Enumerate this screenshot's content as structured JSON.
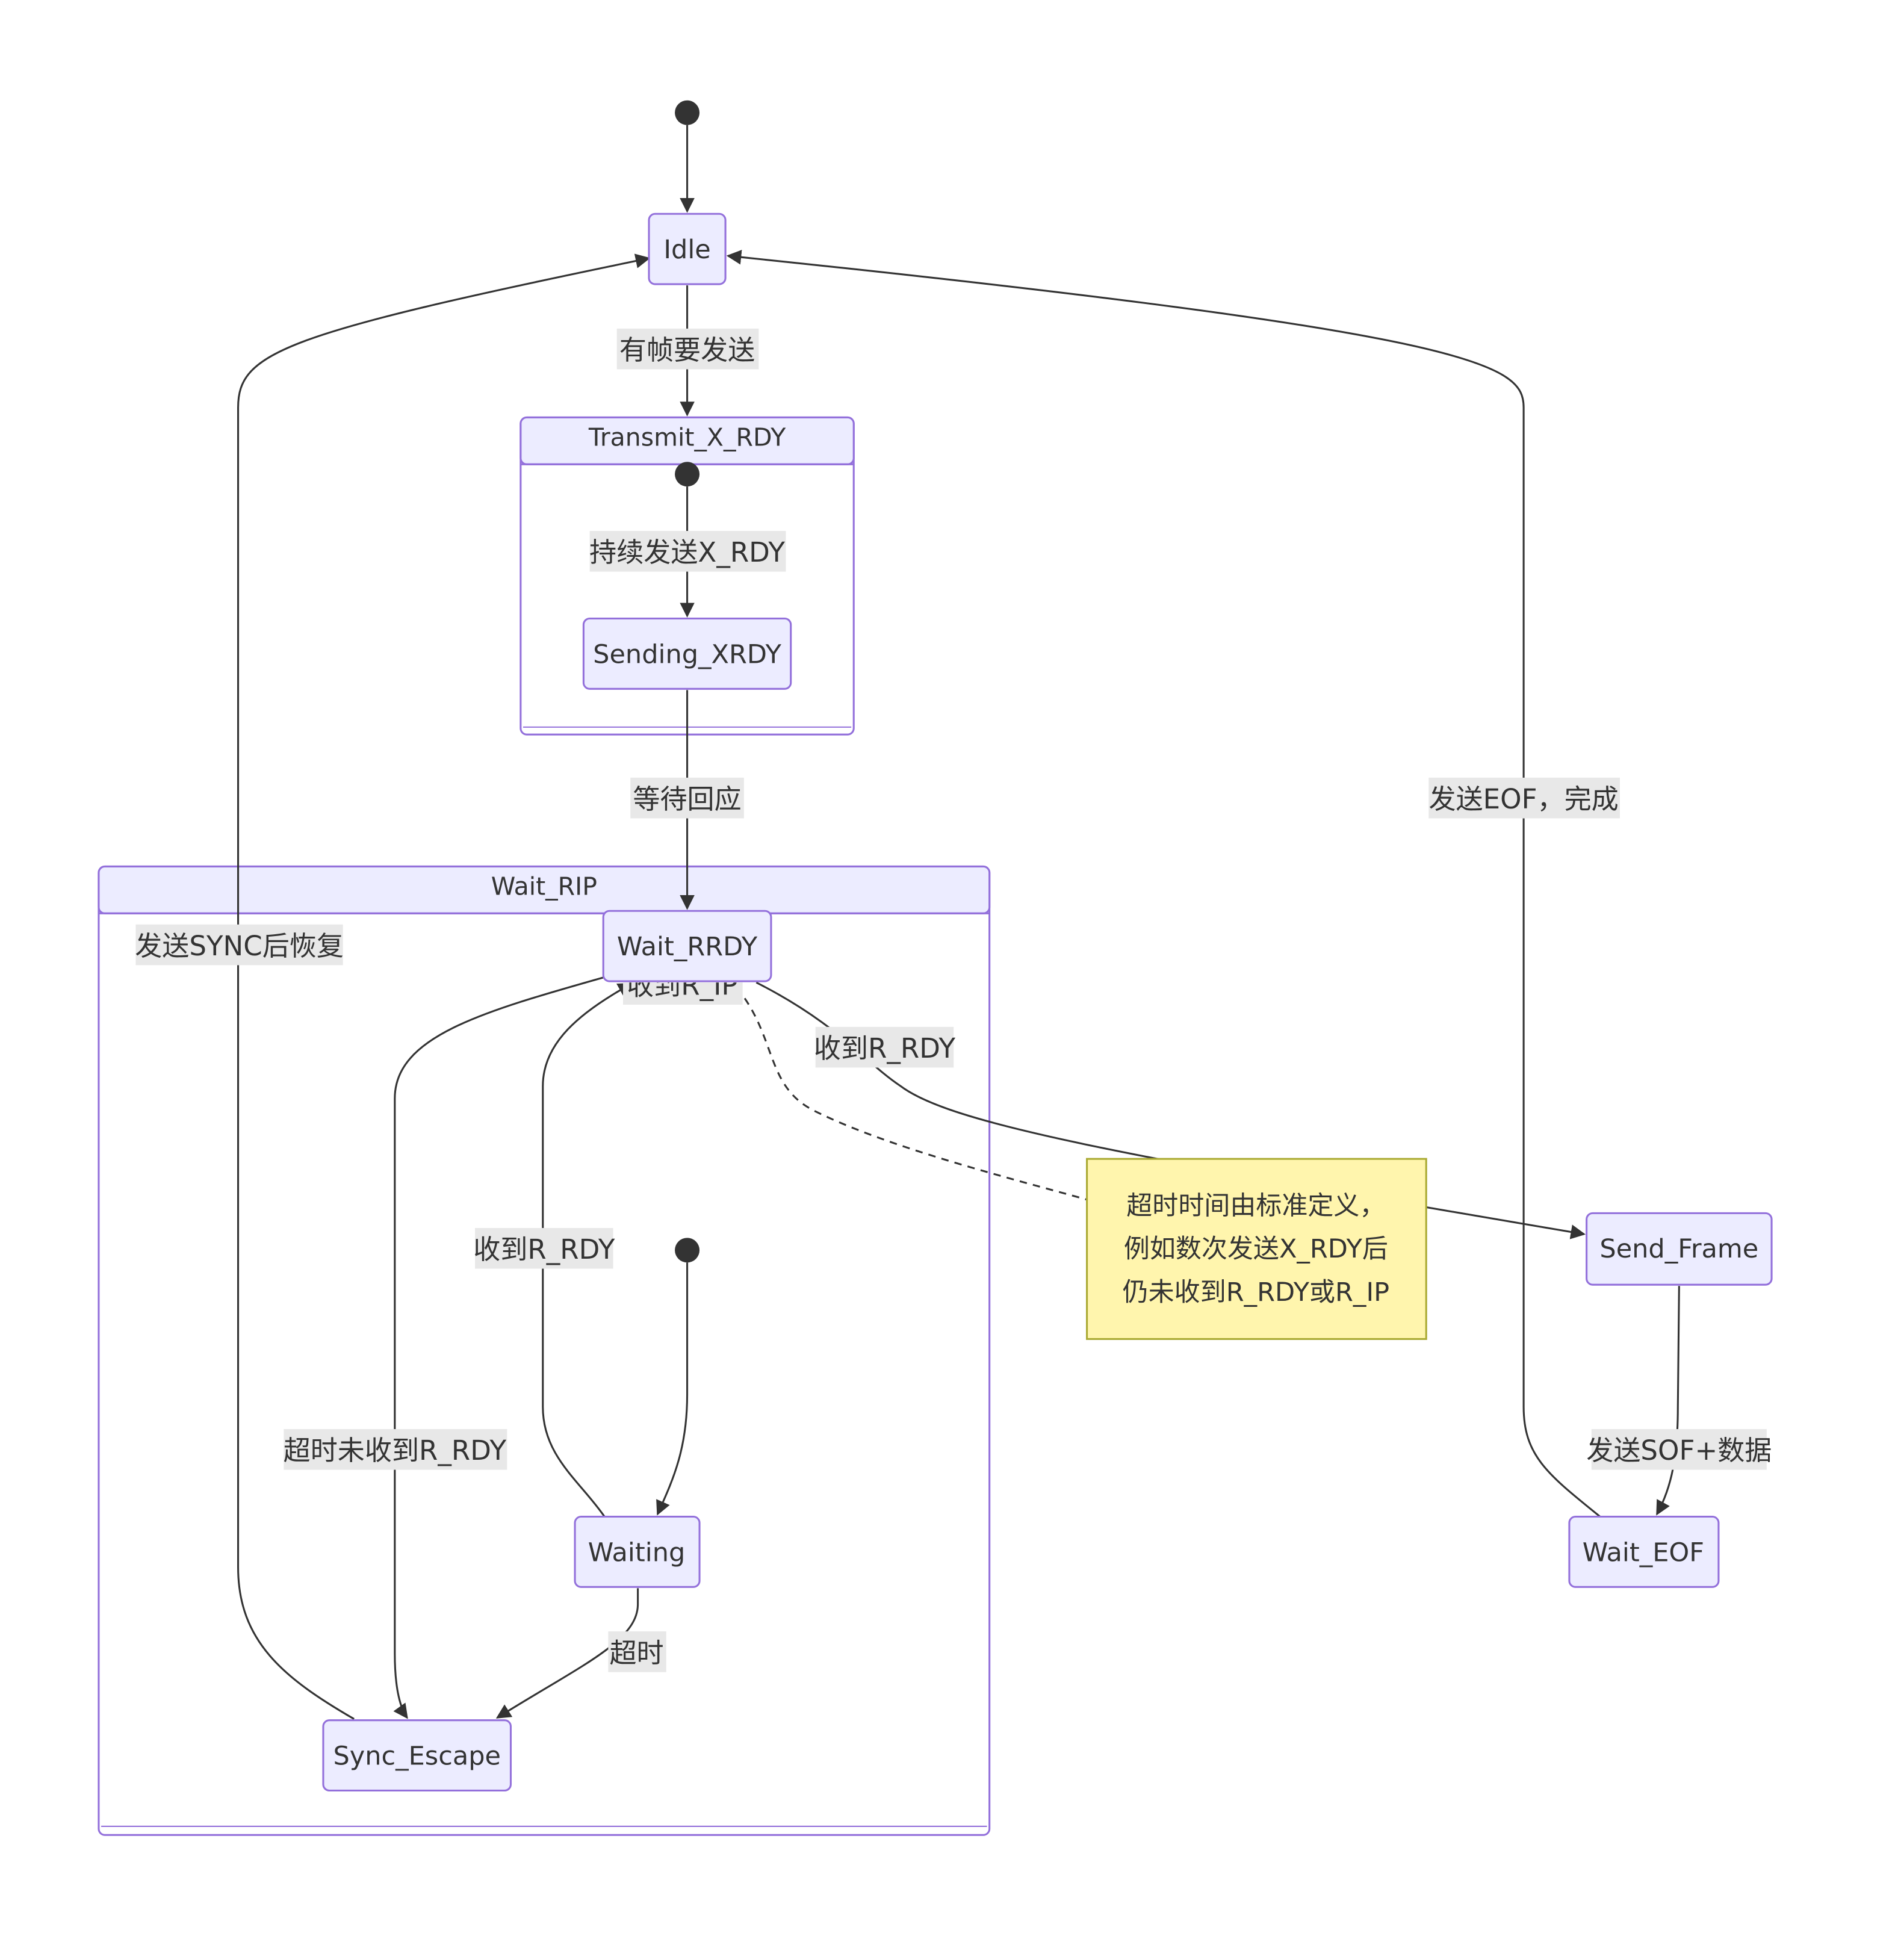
{
  "diagram": {
    "states": {
      "idle": "Idle",
      "transmit_x_rdy": "Transmit_X_RDY",
      "sending_xrdy": "Sending_XRDY",
      "wait_rip": "Wait_RIP",
      "wait_rrdy": "Wait_RRDY",
      "waiting": "Waiting",
      "sync_escape": "Sync_Escape",
      "send_frame": "Send_Frame",
      "wait_eof": "Wait_EOF"
    },
    "transitions": {
      "idle_to_transmit": "有帧要发送",
      "start_to_sending": "持续发送X_RDY",
      "sending_to_wait": "等待回应",
      "sync_to_idle": "发送SYNC后恢复",
      "wait_eof_to_idle": "发送EOF，完成",
      "rrdy_to_send_frame": "收到R_RDY",
      "waiting_to_rrdy": "收到R_RDY",
      "rrdy_to_sync": "超时未收到R_RDY",
      "waiting_to_sync": "超时",
      "send_frame_to_eof": "发送SOF+数据",
      "rip_partial": "收到R_IP"
    },
    "note": {
      "lines": [
        "超时时间由标准定义，",
        "例如数次发送X_RDY后",
        "仍未收到R_RDY或R_IP"
      ]
    }
  },
  "colors": {
    "state_fill": "#ececff",
    "state_stroke": "#9370db",
    "edge": "#333333",
    "label_bg": "#e8e8e8",
    "note_fill": "#fff5ad",
    "note_stroke": "#aaaa33",
    "text": "#333333"
  }
}
